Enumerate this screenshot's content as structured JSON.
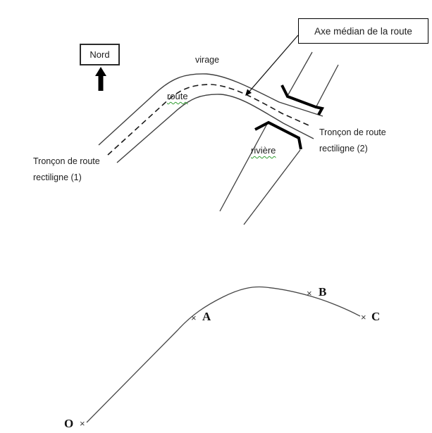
{
  "colors": {
    "line": "#3f3f3f",
    "dash_line": "#1a1a1a",
    "bridge_mark": "#000000",
    "spellcheck_squiggle": "#2f9d2f",
    "text": "#1d1d1d"
  },
  "top_figure": {
    "north_box_label": "Nord",
    "virage_label": "virage",
    "route_label": "route",
    "axis_box_label": "Axe médian de la route",
    "river_label": "rivière",
    "segment1": {
      "line1": "Tronçon de route",
      "line2": "rectiligne (1)"
    },
    "segment2": {
      "line1": "Tronçon de route",
      "line2": "rectiligne (2)"
    }
  },
  "bottom_figure": {
    "points": [
      {
        "name": "O",
        "marker": "×"
      },
      {
        "name": "A",
        "marker": "×"
      },
      {
        "name": "B",
        "marker": "×"
      },
      {
        "name": "C",
        "marker": "×"
      }
    ]
  }
}
